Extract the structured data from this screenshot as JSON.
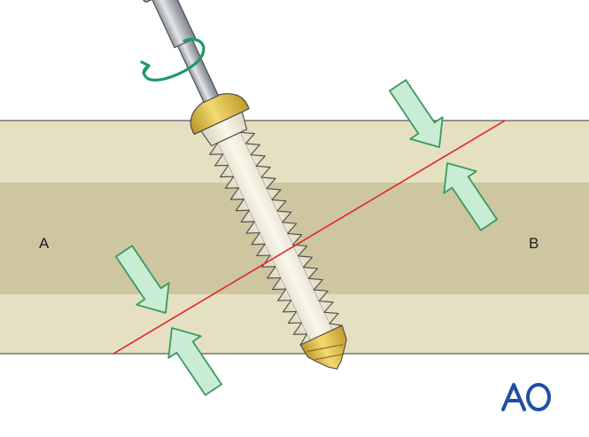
{
  "labels": {
    "a": "A",
    "b": "B"
  },
  "logo": {
    "text": "AO",
    "icon": "ao-logo-icon"
  },
  "colors": {
    "bone_cortex": "#e6e0c2",
    "bone_medulla": "#cdc6a0",
    "bone_outline": "#555555",
    "fracture_line": "#e0262b",
    "compression_arrow_fill": "#c9ecd4",
    "compression_arrow_stroke": "#3a9a5e",
    "rotation_arrow": "#1e9a66",
    "screw_body": "#f3efdf",
    "screw_head": "#e0c04a",
    "screw_tip": "#d4aa2e",
    "screwdriver": "#b9bec4",
    "logo": "#1f4fa3"
  }
}
